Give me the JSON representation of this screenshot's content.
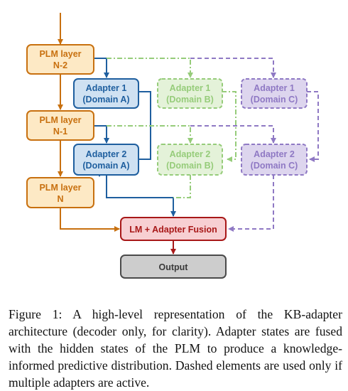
{
  "colors": {
    "orange": "#c8700f",
    "orange_fill": "#fde9c5",
    "blue": "#1f5f9f",
    "blue_fill": "#cfe1f2",
    "green": "#96cc7a",
    "green_fill": "#e4f2d9",
    "purple": "#8f79c4",
    "purple_fill": "#ddd5ee",
    "red": "#a81818",
    "red_fill": "#f7cfd2",
    "gray": "#4a4a4a",
    "gray_fill": "#cdcdcd"
  },
  "nodes": {
    "plm_n2": [
      "PLM layer",
      "N-2"
    ],
    "plm_n1": [
      "PLM layer",
      "N-1"
    ],
    "plm_n": [
      "PLM layer",
      "N"
    ],
    "a1_A": [
      "Adapter 1",
      "(Domain A)"
    ],
    "a2_A": [
      "Adapter 2",
      "(Domain A)"
    ],
    "a1_B": [
      "Adapter 1",
      "(Domain B)"
    ],
    "a2_B": [
      "Adapter 2",
      "(Domain B)"
    ],
    "a1_C": [
      "Adapter 1",
      "(Domain C)"
    ],
    "a2_C": [
      "Adapter 2",
      "(Domain C)"
    ],
    "fusion": [
      "LM + Adapter Fusion"
    ],
    "output": [
      "Output"
    ]
  },
  "caption": {
    "label": "Figure 1:",
    "text": "A high-level representation of the KB-adapter architecture (decoder only, for clarity). Adapter states are fused with the hidden states of the PLM to produce a knowledge-informed predictive distribution. Dashed elements are used only if multiple adapters are active."
  }
}
